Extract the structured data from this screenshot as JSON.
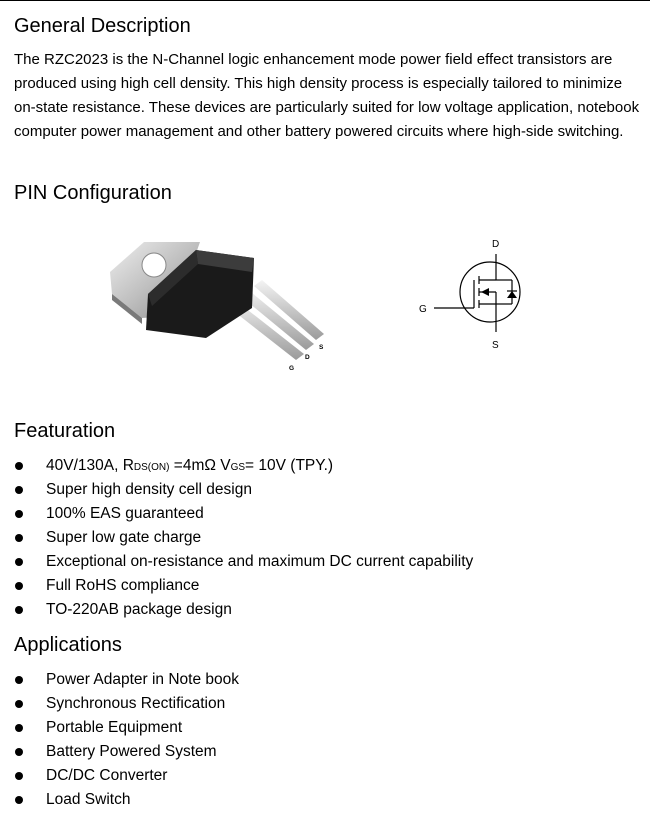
{
  "general": {
    "heading": "General Description",
    "text": "The RZC2023 is the N-Channel logic enhancement mode power field effect transistors are produced using high cell density. This high density process is especially tailored to minimize on-state resistance. These devices are particularly suited for low voltage application, notebook computer power management and other battery powered circuits where high-side switching."
  },
  "pin": {
    "heading": "PIN Configuration",
    "package_labels": {
      "g": "G",
      "d": "D",
      "s": "S"
    },
    "symbol_labels": {
      "d": "D",
      "g": "G",
      "s": "S"
    }
  },
  "features": {
    "heading": "Featuration",
    "first": {
      "a": "40V/130A, R",
      "a_sub": "DS(ON)",
      "b": " =4mΩ  V",
      "b_sub": "GS",
      "c": "= 10V (TPY.)"
    },
    "items": [
      "Super high density cell design",
      "100% EAS guaranteed",
      "Super low gate charge",
      "Exceptional on-resistance and maximum DC current capability",
      "Full RoHS compliance",
      "TO-220AB package design"
    ]
  },
  "applications": {
    "heading": "Applications",
    "items": [
      "Power Adapter in Note book",
      "Synchronous Rectification",
      "Portable Equipment",
      "Battery Powered System",
      "DC/DC Converter",
      "Load Switch"
    ]
  }
}
